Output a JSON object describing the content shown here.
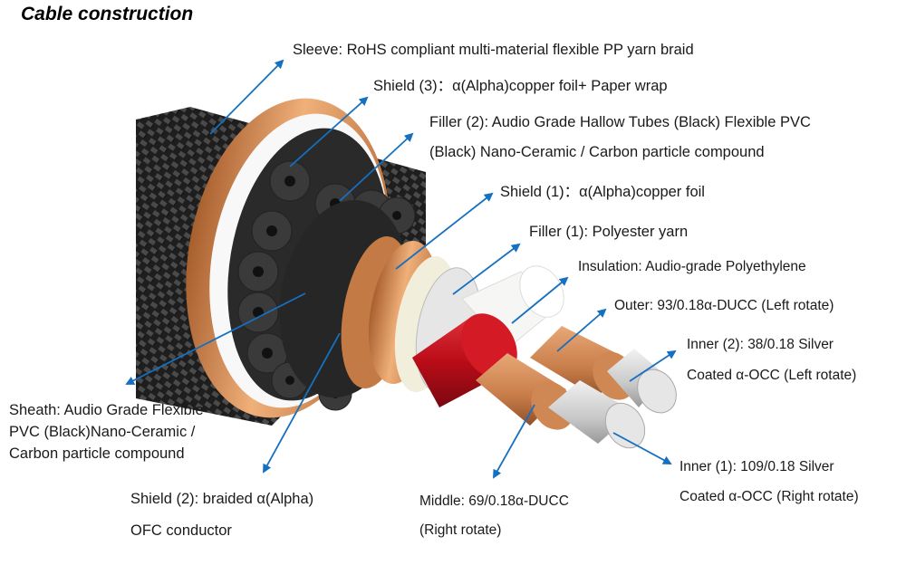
{
  "title": "Cable construction",
  "colors": {
    "arrow": "#1570c0",
    "braid": "#2a2a2a",
    "copper": "#d8955c",
    "copper_dark": "#b06a3a",
    "black_rubber": "#2c2c2c",
    "red_insulation": "#c01020",
    "white_insulation": "#f4f4f0",
    "silver": "#cfcfcf",
    "cream_yarn": "#f1eedb"
  },
  "labels": {
    "sleeve": "Sleeve: RoHS compliant multi-material flexible PP yarn braid",
    "shield3": "Shield (3)：α(Alpha)copper foil+ Paper wrap",
    "filler2_line1": "Filler (2):  Audio Grade Hallow Tubes (Black) Flexible PVC",
    "filler2_line2": "(Black) Nano-Ceramic / Carbon particle compound",
    "shield1": "Shield (1)：α(Alpha)copper foil",
    "filler1": "Filler (1): Polyester yarn",
    "insulation": "Insulation: Audio-grade Polyethylene",
    "outer": "Outer: 93/0.18α-DUCC (Left rotate)",
    "inner2_line1": "Inner (2): 38/0.18 Silver",
    "inner2_line2": "Coated α-OCC (Left rotate)",
    "sheath_line1": "Sheath: Audio Grade Flexible",
    "sheath_line2": "PVC (Black)Nano-Ceramic /",
    "sheath_line3": "Carbon particle compound",
    "shield2_line1": "Shield (2): braided α(Alpha)",
    "shield2_line2": "OFC conductor",
    "middle_line1": "Middle: 69/0.18α-DUCC",
    "middle_line2": "(Right rotate)",
    "inner1_line1": "Inner (1): 109/0.18 Silver",
    "inner1_line2": "Coated α-OCC (Right rotate)"
  }
}
